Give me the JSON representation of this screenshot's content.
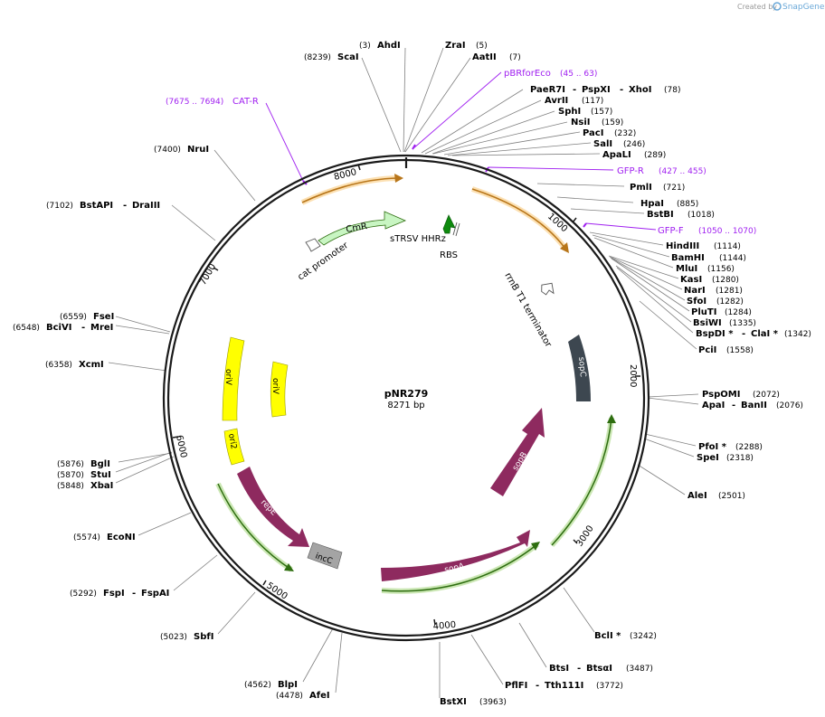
{
  "credit": {
    "created_by": "Created by",
    "brand": "SnapGene"
  },
  "plasmid": {
    "name": "pNR279",
    "size_label": "8271 bp"
  },
  "tick_labels": [
    "1000",
    "2000",
    "3000",
    "4000",
    "5000",
    "6000",
    "7000",
    "8000"
  ],
  "features": {
    "cmr": "CmR",
    "cat_promoter": "cat promoter",
    "strsv": "sTRSV HHRz",
    "rbs": "RBS",
    "rrnb": "rrnB T1 terminator",
    "sopc": "sopC",
    "sopb": "sopB",
    "sopa": "sopA",
    "repe": "repE",
    "incc": "incC",
    "oriv1": "oriV",
    "oriv2": "oriV",
    "ori2": "ori2"
  },
  "primers": [
    {
      "name": "pBRforEco",
      "range": "(45 .. 63)"
    },
    {
      "name": "GFP-R",
      "range": "(427 .. 455)"
    },
    {
      "name": "GFP-F",
      "range": "(1050 .. 1070)"
    },
    {
      "name": "CAT-R",
      "range": "(7675 .. 7694)"
    }
  ],
  "sites": [
    {
      "name": "AhdI",
      "pos": "(3)"
    },
    {
      "name": "ScaI",
      "pos": "(8239)"
    },
    {
      "name": "ZraI",
      "pos": "(5)"
    },
    {
      "name": "AatII",
      "pos": "(7)"
    },
    {
      "name": "PaeR7I",
      "pos": ""
    },
    {
      "name": "PspXI",
      "pos": ""
    },
    {
      "name": "XhoI",
      "pos": "(78)"
    },
    {
      "name": "AvrII",
      "pos": "(117)"
    },
    {
      "name": "SphI",
      "pos": "(157)"
    },
    {
      "name": "NsiI",
      "pos": "(159)"
    },
    {
      "name": "PacI",
      "pos": "(232)"
    },
    {
      "name": "SalI",
      "pos": "(246)"
    },
    {
      "name": "ApaLI",
      "pos": "(289)"
    },
    {
      "name": "PmlI",
      "pos": "(721)"
    },
    {
      "name": "HpaI",
      "pos": "(885)"
    },
    {
      "name": "BstBI",
      "pos": "(1018)"
    },
    {
      "name": "HindIII",
      "pos": "(1114)"
    },
    {
      "name": "BamHI",
      "pos": "(1144)"
    },
    {
      "name": "MluI",
      "pos": "(1156)"
    },
    {
      "name": "KasI",
      "pos": "(1280)"
    },
    {
      "name": "NarI",
      "pos": "(1281)"
    },
    {
      "name": "SfoI",
      "pos": "(1282)"
    },
    {
      "name": "PluTI",
      "pos": "(1284)"
    },
    {
      "name": "BsiWI",
      "pos": "(1335)"
    },
    {
      "name": "BspDI *",
      "pos": ""
    },
    {
      "name": "ClaI *",
      "pos": "(1342)"
    },
    {
      "name": "PciI",
      "pos": "(1558)"
    },
    {
      "name": "PspOMI",
      "pos": "(2072)"
    },
    {
      "name": "ApaI",
      "pos": ""
    },
    {
      "name": "BanII",
      "pos": "(2076)"
    },
    {
      "name": "PfoI *",
      "pos": "(2288)"
    },
    {
      "name": "SpeI",
      "pos": "(2318)"
    },
    {
      "name": "AleI",
      "pos": "(2501)"
    },
    {
      "name": "BclI *",
      "pos": "(3242)"
    },
    {
      "name": "BtsI",
      "pos": ""
    },
    {
      "name": "BtsαI",
      "pos": "(3487)"
    },
    {
      "name": "PflFI",
      "pos": ""
    },
    {
      "name": "Tth111I",
      "pos": "(3772)"
    },
    {
      "name": "BstXI",
      "pos": "(3963)"
    },
    {
      "name": "BlpI",
      "pos": "(4562)"
    },
    {
      "name": "AfeI",
      "pos": "(4478)"
    },
    {
      "name": "SbfI",
      "pos": "(5023)"
    },
    {
      "name": "FspI",
      "pos": "(5292)"
    },
    {
      "name": "FspAI",
      "pos": ""
    },
    {
      "name": "EcoNI",
      "pos": "(5574)"
    },
    {
      "name": "BglI",
      "pos": "(5876)"
    },
    {
      "name": "StuI",
      "pos": "(5870)"
    },
    {
      "name": "XbaI",
      "pos": "(5848)"
    },
    {
      "name": "XcmI",
      "pos": "(6358)"
    },
    {
      "name": "FseI",
      "pos": "(6559)"
    },
    {
      "name": "BciVI",
      "pos": "(6548)"
    },
    {
      "name": "MreI",
      "pos": ""
    },
    {
      "name": "BstAPI",
      "pos": "(7102)"
    },
    {
      "name": "DraIII",
      "pos": ""
    },
    {
      "name": "NruI",
      "pos": "(7400)"
    }
  ],
  "separator": "-",
  "colors": {
    "backbone": "#1a1a1a",
    "primer": "#a020f0",
    "orange_arrow": "#f5a623",
    "green_arrow": "#7cc243",
    "sop": "#8e2a5f",
    "sopc": "#3d4750",
    "cmr": "#c8f5c2",
    "ori": "#ffff00",
    "incc": "#a4a4a4",
    "site_line": "#808080"
  }
}
